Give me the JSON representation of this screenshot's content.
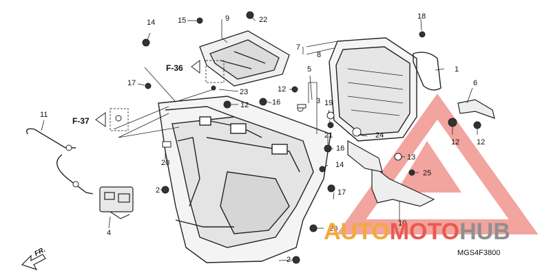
{
  "diagram": {
    "callouts": [
      "1",
      "2",
      "3",
      "4",
      "5",
      "6",
      "7",
      "8",
      "9",
      "10",
      "11",
      "12",
      "13",
      "14",
      "15",
      "16",
      "17",
      "18",
      "19",
      "20",
      "21",
      "22",
      "23",
      "24",
      "25"
    ],
    "refs": [
      "F-36",
      "F-37"
    ],
    "forward_label": "FR.",
    "code": "MGS4F3800"
  },
  "watermark": {
    "part1": "AUTO",
    "part2": "MOTO",
    "part3": "HUB",
    "colors": {
      "red": "#e85a4f",
      "orange": "#f3a93a",
      "grey": "#8f8f8f"
    }
  }
}
